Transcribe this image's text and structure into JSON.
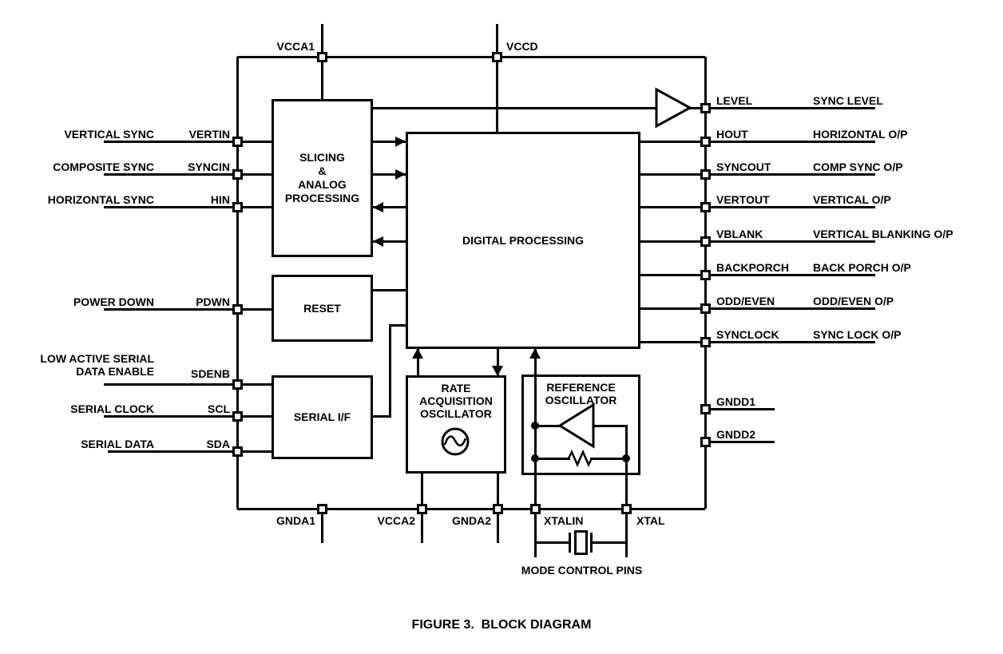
{
  "figure": {
    "caption": "FIGURE 3.  BLOCK DIAGRAM"
  },
  "colors": {
    "line": "#000000",
    "background": "#ffffff"
  },
  "blocks": {
    "slicing": "SLICING\n&\nANALOG\nPROCESSING",
    "digital": "DIGITAL PROCESSING",
    "reset": "RESET",
    "serial": "SERIAL I/F",
    "rate_osc": "RATE\nACQUISITION\nOSCILLATOR",
    "ref_osc": "REFERENCE\nOSCILLATOR"
  },
  "left_pins": [
    {
      "desc": "VERTICAL SYNC",
      "name": "VERTIN"
    },
    {
      "desc": "COMPOSITE SYNC",
      "name": "SYNCIN"
    },
    {
      "desc": "HORIZONTAL SYNC",
      "name": "HIN"
    },
    {
      "desc": "POWER DOWN",
      "name": "PDWN"
    },
    {
      "desc": "LOW ACTIVE SERIAL\nDATA ENABLE",
      "name": "SDENB"
    },
    {
      "desc": "SERIAL CLOCK",
      "name": "SCL"
    },
    {
      "desc": "SERIAL DATA",
      "name": "SDA"
    }
  ],
  "right_pins": [
    {
      "name": "LEVEL",
      "desc": "SYNC LEVEL"
    },
    {
      "name": "HOUT",
      "desc": "HORIZONTAL O/P"
    },
    {
      "name": "SYNCOUT",
      "desc": "COMP SYNC O/P"
    },
    {
      "name": "VERTOUT",
      "desc": "VERTICAL O/P"
    },
    {
      "name": "VBLANK",
      "desc": "VERTICAL BLANKING O/P"
    },
    {
      "name": "BACKPORCH",
      "desc": "BACK PORCH O/P"
    },
    {
      "name": "ODD/EVEN",
      "desc": "ODD/EVEN O/P"
    },
    {
      "name": "SYNCLOCK",
      "desc": "SYNC LOCK O/P"
    },
    {
      "name": "GNDD1"
    },
    {
      "name": "GNDD2"
    }
  ],
  "top_pins": [
    {
      "name": "VCCA1"
    },
    {
      "name": "VCCD"
    }
  ],
  "bottom_pins": [
    {
      "name": "GNDA1"
    },
    {
      "name": "VCCA2"
    },
    {
      "name": "GNDA2"
    },
    {
      "name": "XTALIN"
    },
    {
      "name": "XTAL"
    }
  ],
  "annotations": {
    "mode_control": "MODE CONTROL PINS"
  },
  "icons": {
    "buffer": "buffer-amp-triangle",
    "amplifier": "amplifier-triangle",
    "oscillator": "sine-wave-circle",
    "resistor": "resistor-zigzag",
    "crystal": "crystal-symbol"
  }
}
